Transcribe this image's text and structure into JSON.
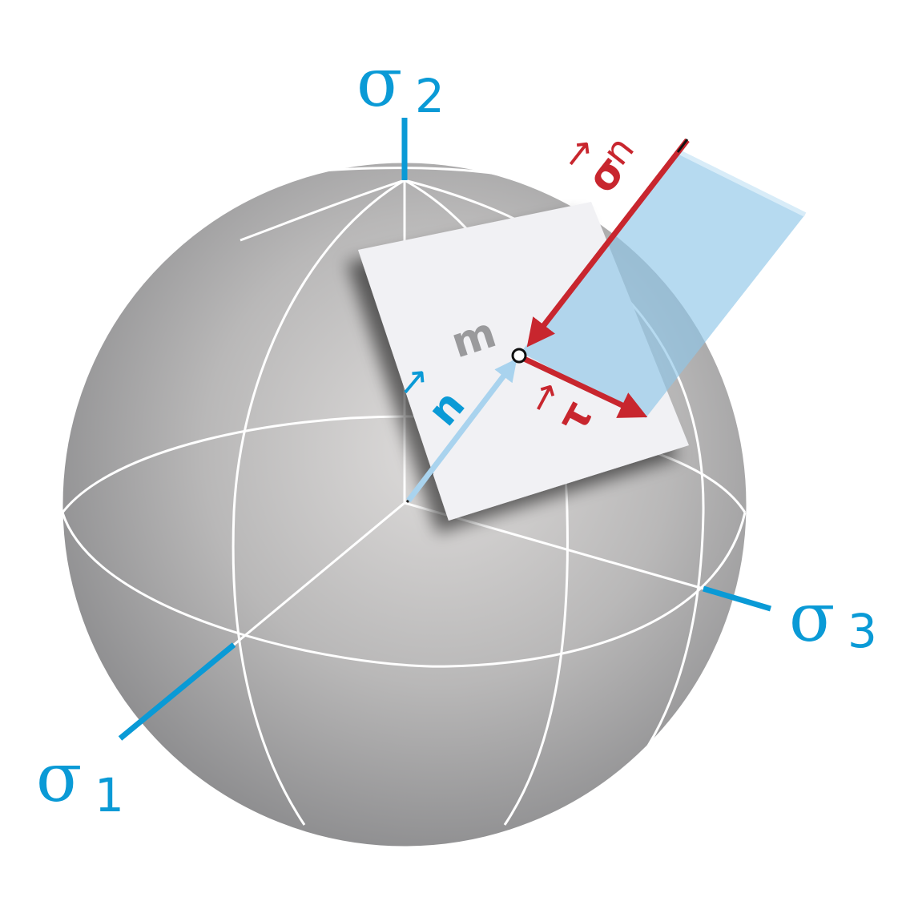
{
  "colors": {
    "axis": "#0a9ad6",
    "stress": "#c8262e",
    "normal": "#a9d3ee",
    "plane_fill": "#f1f1f4",
    "stress_plane": "#8fc6e8",
    "sphere_light": "#dcdad9",
    "sphere_dark": "#8e8e90",
    "grid": "#ffffff",
    "point_label": "#9a9a9c"
  },
  "axes": {
    "sigma1": {
      "symbol": "σ",
      "subscript": "1"
    },
    "sigma2": {
      "symbol": "σ",
      "subscript": "2"
    },
    "sigma3": {
      "symbol": "σ",
      "subscript": "3"
    }
  },
  "vectors": {
    "normal": {
      "symbol": "n",
      "arrow": "→"
    },
    "normal_stress": {
      "symbol": "σ",
      "subscript": "n",
      "arrow": "→"
    },
    "shear_stress": {
      "symbol": "τ",
      "arrow": "→"
    }
  },
  "point": {
    "label": "m"
  },
  "icons": {
    "sphere": "gray-sphere",
    "plane": "white-cutting-plane",
    "stress_plane": "blue-translucent-plane"
  }
}
